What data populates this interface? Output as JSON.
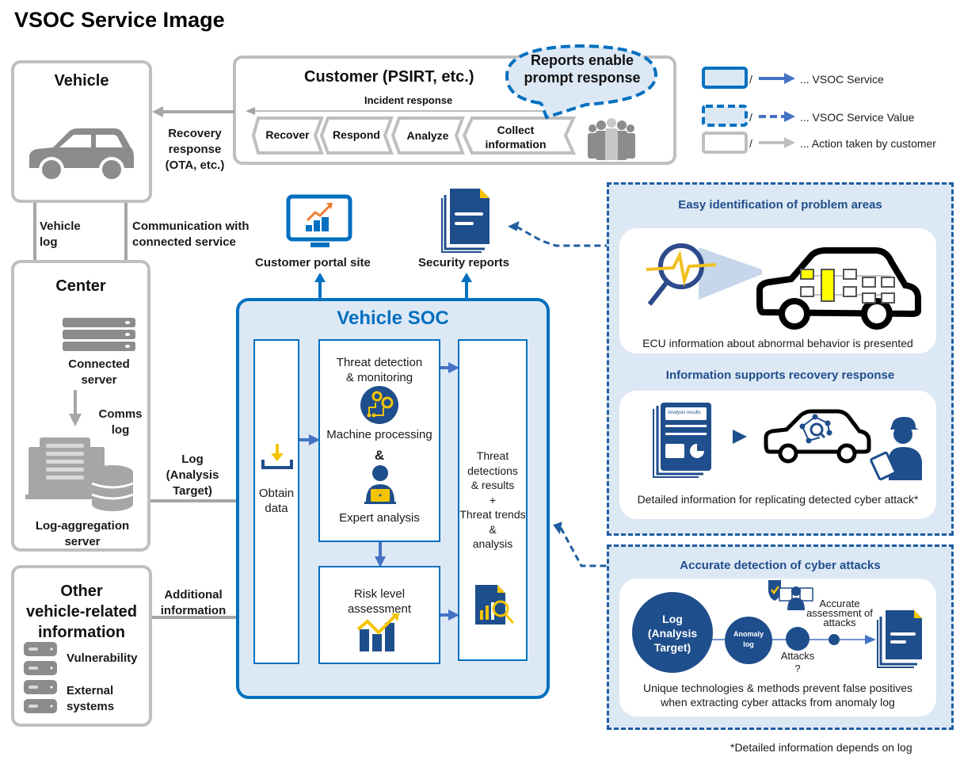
{
  "title": "VSOC Service Image",
  "vehicle": {
    "title": "Vehicle",
    "icon": "car-icon"
  },
  "customer": {
    "title": "Customer (PSIRT, etc.)",
    "incident_response_label": "Incident response",
    "steps": [
      "Recover",
      "Respond",
      "Analyze",
      "Collect information"
    ],
    "collect_line1": "Collect",
    "collect_line2": "information",
    "icon": "people-group-icon",
    "callout": {
      "line1": "Reports enable",
      "line2": "prompt response"
    }
  },
  "arrows": {
    "recovery_line1": "Recovery",
    "recovery_line2": "response",
    "recovery_line3": "(OTA, etc.)",
    "vehicle_log_line1": "Vehicle",
    "vehicle_log_line2": "log",
    "comm_line1": "Communication  with",
    "comm_line2": "connected service",
    "comms_log_line1": "Comms",
    "comms_log_line2": "log",
    "log_line1": "Log",
    "log_line2": "(Analysis",
    "log_line3": "Target)",
    "additional_line1": "Additional",
    "additional_line2": "information"
  },
  "center": {
    "title": "Center",
    "connected_server_line1": "Connected",
    "connected_server_line2": "server",
    "log_agg_line1": "Log-aggregation",
    "log_agg_line2": "server"
  },
  "other_info": {
    "title_line1": "Other",
    "title_line2": "vehicle-related",
    "title_line3": "information",
    "items": [
      "Vulnerability",
      "External systems"
    ],
    "external_line1": "External",
    "external_line2": "systems"
  },
  "outputs": {
    "portal": "Customer portal site",
    "reports": "Security reports"
  },
  "soc": {
    "title": "Vehicle SOC",
    "obtain_line1": "Obtain",
    "obtain_line2": "data",
    "threat_line1": "Threat detection",
    "threat_line2": "& monitoring",
    "machine": "Machine processing",
    "ampersand": "&",
    "expert": "Expert analysis",
    "risk_line1": "Risk level",
    "risk_line2": "assessment",
    "results_lines": [
      "Threat",
      "detections",
      "& results",
      "+",
      "Threat trends",
      "&",
      "analysis"
    ]
  },
  "legend": {
    "items": [
      {
        "label": "... VSOC Service",
        "style": "solid-blue"
      },
      {
        "label": "... VSOC Service Value",
        "style": "dashed-blue"
      },
      {
        "label": "... Action taken by customer",
        "style": "solid-gray"
      }
    ],
    "separator": "/"
  },
  "values": [
    {
      "title": "Easy identification  of problem areas",
      "caption": "ECU information about abnormal behavior is presented"
    },
    {
      "title": "Information supports recovery response",
      "caption": "Detailed information for replicating detected cyber attack*",
      "doc_label": "Analysis results"
    },
    {
      "title": "Accurate detection of cyber attacks",
      "caption_line1": "Unique technologies & methods prevent false positives",
      "caption_line2": "when extracting cyber attacks from anomaly log",
      "log_line1": "Log",
      "log_line2": "(Analysis",
      "log_line3": "Target)",
      "anomaly_line1": "Anomaly",
      "anomaly_line2": "log",
      "attacks_line1": "Attacks",
      "attacks_line2": "?",
      "accurate_line1": "Accurate",
      "accurate_line2": "assessment of",
      "accurate_line3": "attacks"
    }
  ],
  "footnote": "*Detailed information depends on log",
  "colors": {
    "vsoc_blue": "#0070c0",
    "navy": "#1f4e8c",
    "gray": "#bfbfbf",
    "light_blue": "#dde8f5",
    "yellow": "#f5c400",
    "orange": "#ed7d31"
  }
}
